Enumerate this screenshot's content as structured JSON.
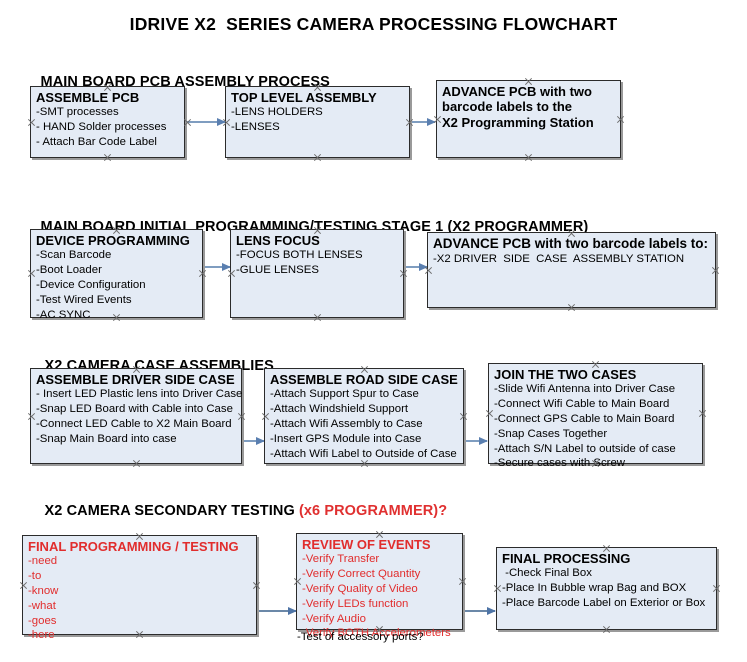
{
  "document": {
    "title": "IDRIVE X2  SERIES CAMERA PROCESSING FLOWCHART",
    "accent_color": "#e12d2d",
    "node_fill": "#e4ebf5",
    "node_border": "#2b2b2b",
    "arrow_color": "#7f9dc0"
  },
  "sections": [
    {
      "id": "main-board-pcb-assembly",
      "heading": "MAIN BOARD PCB ASSEMBLY PROCESS",
      "heading_accent": "",
      "nodes": [
        {
          "id": "assemble-pcb",
          "head": "ASSEMBLE PCB",
          "lines": [
            "-SMT processes",
            "- HAND Solder processes",
            "- Attach Bar Code Label"
          ]
        },
        {
          "id": "top-level-assembly",
          "head": "TOP LEVEL ASSEMBLY",
          "lines": [
            "-LENS HOLDERS",
            "-LENSES"
          ]
        },
        {
          "id": "advance-pcb-programming-station",
          "head": "ADVANCE PCB with two\nbarcode labels to the\n X2 Programming Station",
          "lines": []
        }
      ]
    },
    {
      "id": "main-board-initial-programming",
      "heading": "MAIN BOARD INITIAL PROGRAMMING/TESTING STAGE 1 (X2 PROGRAMMER)",
      "heading_accent": "",
      "nodes": [
        {
          "id": "device-programming",
          "head": "DEVICE PROGRAMMING",
          "lines": [
            "-Scan Barcode",
            "-Boot Loader",
            "-Device Configuration",
            "-Test Wired Events",
            "-AC SYNC"
          ]
        },
        {
          "id": "lens-focus",
          "head": "LENS FOCUS",
          "lines": [
            "-FOCUS BOTH LENSES",
            "-GLUE LENSES"
          ]
        },
        {
          "id": "advance-pcb-driver-side-case",
          "head": "ADVANCE PCB with two barcode labels to:",
          "lines": [
            "-X2 DRIVER  SIDE  CASE  ASSEMBLY STATION"
          ]
        }
      ]
    },
    {
      "id": "x2-camera-case-assemblies",
      "heading": "X2 CAMERA CASE ASSEMBLIES",
      "heading_accent": "",
      "nodes": [
        {
          "id": "assemble-driver-side-case",
          "head": "ASSEMBLE DRIVER SIDE CASE",
          "lines": [
            "- Insert LED Plastic lens into Driver Case",
            "-Snap LED Board with Cable into Case",
            "-Connect LED Cable to X2 Main Board",
            "-Snap Main Board into case"
          ]
        },
        {
          "id": "assemble-road-side-case",
          "head": "ASSEMBLE ROAD SIDE CASE",
          "lines": [
            "-Attach Support Spur to Case",
            "-Attach Windshield Support",
            "-Attach Wifi Assembly to Case",
            "-Insert GPS Module into Case",
            "-Attach Wifi Label to Outside of Case"
          ]
        },
        {
          "id": "join-the-two-cases",
          "head": "JOIN THE TWO CASES",
          "lines": [
            "-Slide Wifi Antenna into Driver Case",
            "-Connect Wifi Cable to Main Board",
            "-Connect GPS Cable to Main Board",
            "-Snap Cases Together",
            "-Attach S/N Label to outside of case",
            "-Secure cases with Screw"
          ]
        }
      ]
    },
    {
      "id": "x2-camera-secondary-testing",
      "heading": "X2 CAMERA SECONDARY TESTING ",
      "heading_accent": "(x6 PROGRAMMER)?",
      "nodes": [
        {
          "id": "final-programming-testing",
          "head": "FINAL PROGRAMMING / TESTING",
          "lines": [
            "-need",
            "-to",
            "-know",
            "-what",
            "-goes",
            "-here"
          ]
        },
        {
          "id": "review-of-events",
          "head": "REVIEW OF EVENTS",
          "lines": [
            "-Verify Transfer",
            "-Verify Correct Quantity",
            "-Verify Quality of Video",
            "-Verify LEDs function",
            "-Verify Audio",
            "-Verify BOTH Accelerometers"
          ],
          "overflow_line": "-Test of accessory ports?"
        },
        {
          "id": "final-processing",
          "head": "FINAL PROCESSING",
          "lines": [
            " -Check Final Box",
            "-Place In Bubble wrap Bag and BOX",
            "-Place Barcode Label on Exterior or Box"
          ]
        }
      ]
    }
  ]
}
